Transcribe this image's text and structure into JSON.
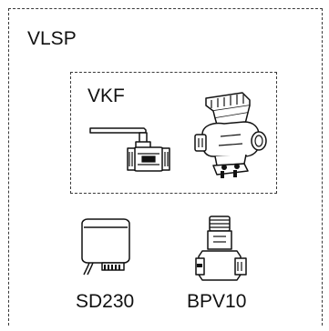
{
  "outer_group": {
    "label": "VLSP"
  },
  "inner_group": {
    "label": "VKF"
  },
  "components": [
    {
      "label": "SD230",
      "icon": "actuator-icon"
    },
    {
      "label": "BPV10",
      "icon": "bypass-valve-icon"
    }
  ],
  "inner_components": [
    {
      "icon": "ball-valve-icon"
    },
    {
      "icon": "balancing-valve-icon"
    }
  ]
}
